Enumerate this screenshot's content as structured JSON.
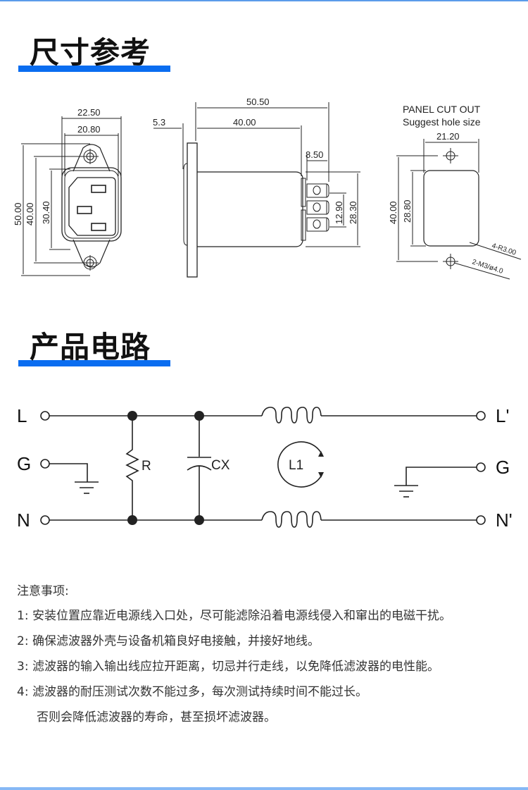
{
  "sections": {
    "dimensions_title": "尺寸参考",
    "circuit_title": "产品电路"
  },
  "front_view": {
    "dims": {
      "width_outer": "22.50",
      "width_inner": "20.80",
      "height_total": "50.00",
      "hole_spacing": "40.00",
      "body_height": "30.40"
    }
  },
  "side_view": {
    "dims": {
      "total_length": "50.50",
      "flange": "5.3",
      "body_length": "40.00",
      "terminal_length": "8.50",
      "terminal_pitch": "12.90",
      "body_height": "28.30"
    }
  },
  "panel_cutout": {
    "title_line1": "PANEL CUT OUT",
    "title_line2": "Suggest hole size",
    "dims": {
      "width": "21.20",
      "hole_spacing": "40.00",
      "height": "28.80"
    },
    "corner_note": "4-R3.00",
    "hole_note": "2-M3/ø4.0"
  },
  "circuit": {
    "inputs": [
      "L",
      "G",
      "N"
    ],
    "outputs": [
      "L'",
      "G",
      "N'"
    ],
    "resistor_label": "R",
    "capacitor_label": "CX",
    "inductor_label": "L1"
  },
  "notes": {
    "heading": "注意事项:",
    "items": [
      {
        "num": "1:",
        "text": "安装位置应靠近电源线入口处，尽可能滤除沿着电源线侵入和窜出的电磁干扰。"
      },
      {
        "num": "2:",
        "text": "确保滤波器外壳与设备机箱良好电接触，并接好地线。"
      },
      {
        "num": "3:",
        "text": "滤波器的输入输出线应拉开距离，切忌并行走线，以免降低滤波器的电性能。"
      },
      {
        "num": "4:",
        "text": "滤波器的耐压测试次数不能过多，每次测试持续时间不能过长。"
      }
    ],
    "continuation": "否则会降低滤波器的寿命，甚至损坏滤波器。"
  },
  "colors": {
    "accent": "#0a6df0",
    "border": "#5b9bea",
    "text": "#333333"
  }
}
